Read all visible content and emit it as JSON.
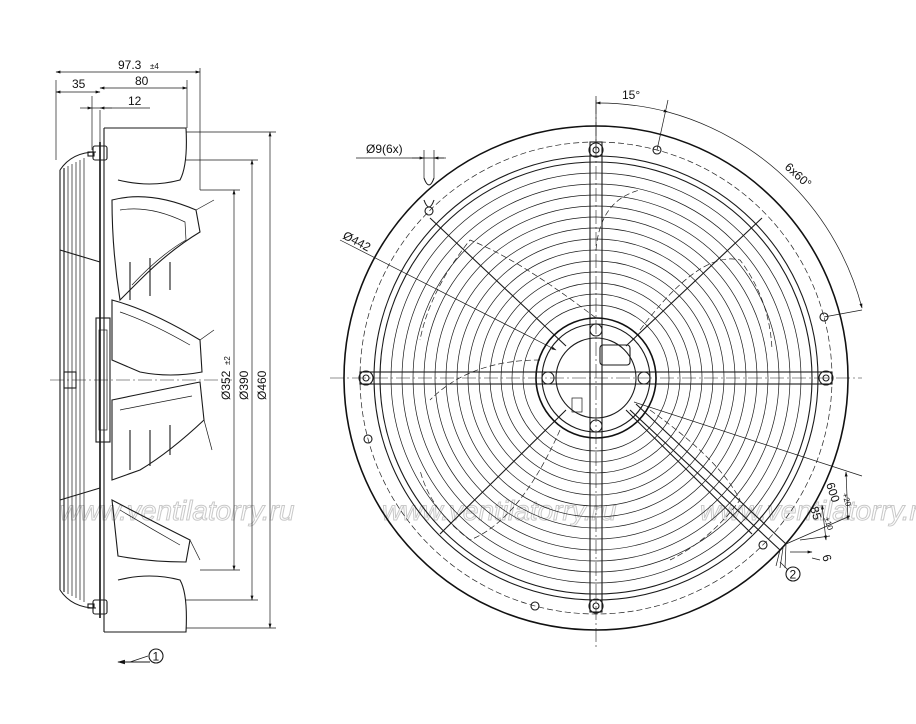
{
  "watermark": "www.ventilatorry.ru",
  "side_view": {
    "dimensions": {
      "overall_depth": "97.3",
      "overall_depth_tol": "±4",
      "d80": "80",
      "d35": "35",
      "d12": "12",
      "dia_352": "Ø352",
      "dia_352_tol": "±2",
      "dia_390": "Ø390",
      "dia_460": "Ø460"
    },
    "callout_1": "1"
  },
  "front_view": {
    "dimensions": {
      "hole": "Ø9(6x)",
      "dia_442": "Ø442",
      "angle_15": "15°",
      "angle_6x60": "6x60°",
      "cable_600": "600",
      "cable_600_tol": "+20",
      "cable_85": "85",
      "cable_85_tol": "±10",
      "cable_6": "6"
    },
    "callout_2": "2"
  }
}
